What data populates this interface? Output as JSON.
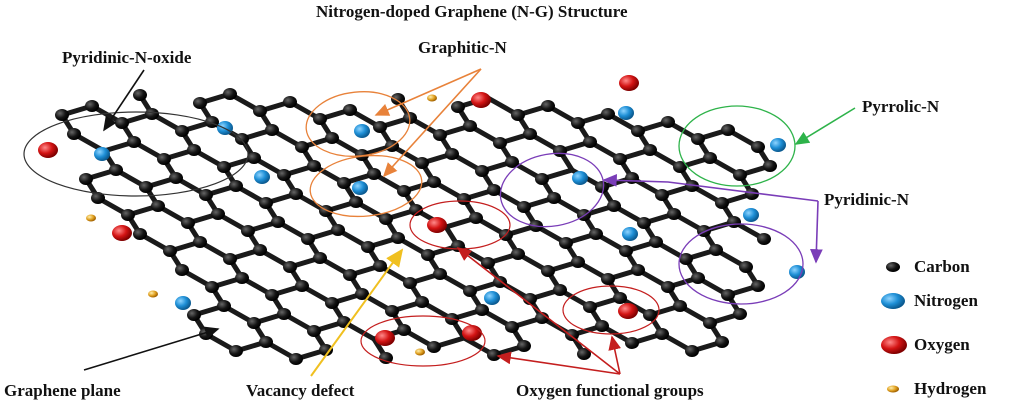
{
  "figure": {
    "title": "Nitrogen-doped Graphene (N-G) Structure"
  },
  "annotations": {
    "pyridinic_n_oxide": "Pyridinic-N-oxide",
    "graphitic_n": "Graphitic-N",
    "pyrrolic_n": "Pyrrolic-N",
    "pyridinic_n": "Pyridinic-N",
    "graphene_plane": "Graphene plane",
    "vacancy_defect": "Vacancy defect",
    "oxygen_functional_groups": "Oxygen functional groups"
  },
  "legend": {
    "items": [
      {
        "label": "Carbon",
        "color": "#111111",
        "size": "small"
      },
      {
        "label": "Nitrogen",
        "color": "#1e8fd6",
        "size": "large"
      },
      {
        "label": "Oxygen",
        "color": "#d41414",
        "size": "large"
      },
      {
        "label": "Hydrogen",
        "color": "#e0a020",
        "size": "tiny"
      }
    ]
  },
  "colors": {
    "carbon": "#111111",
    "nitrogen": "#1e8fd6",
    "oxygen": "#d41414",
    "hydrogen": "#e0a020",
    "bond": "#1a1a1a",
    "pyridinic_n_oxide_marker": "#333333",
    "graphitic_n_marker": "#e8823a",
    "pyrrolic_n_marker": "#2eb34a",
    "pyridinic_n_marker": "#7a3db8",
    "oxygen_group_marker": "#c41e1e",
    "vacancy_marker": "#f0c020",
    "graphene_plane_marker": "#111111"
  },
  "structure": {
    "nitrogen_atoms": [
      [
        102,
        154
      ],
      [
        225,
        128
      ],
      [
        262,
        177
      ],
      [
        362,
        131
      ],
      [
        360,
        188
      ],
      [
        580,
        178
      ],
      [
        626,
        113
      ],
      [
        630,
        234
      ],
      [
        751,
        215
      ],
      [
        778,
        145
      ],
      [
        797,
        272
      ],
      [
        492,
        298
      ],
      [
        183,
        303
      ]
    ],
    "oxygen_atoms": [
      [
        48,
        150
      ],
      [
        122,
        233
      ],
      [
        481,
        100
      ],
      [
        629,
        83
      ],
      [
        437,
        225
      ],
      [
        628,
        311
      ],
      [
        385,
        338
      ],
      [
        472,
        333
      ]
    ],
    "hydrogen_atoms": [
      [
        91,
        218
      ],
      [
        153,
        294
      ],
      [
        432,
        98
      ],
      [
        420,
        352
      ]
    ]
  }
}
